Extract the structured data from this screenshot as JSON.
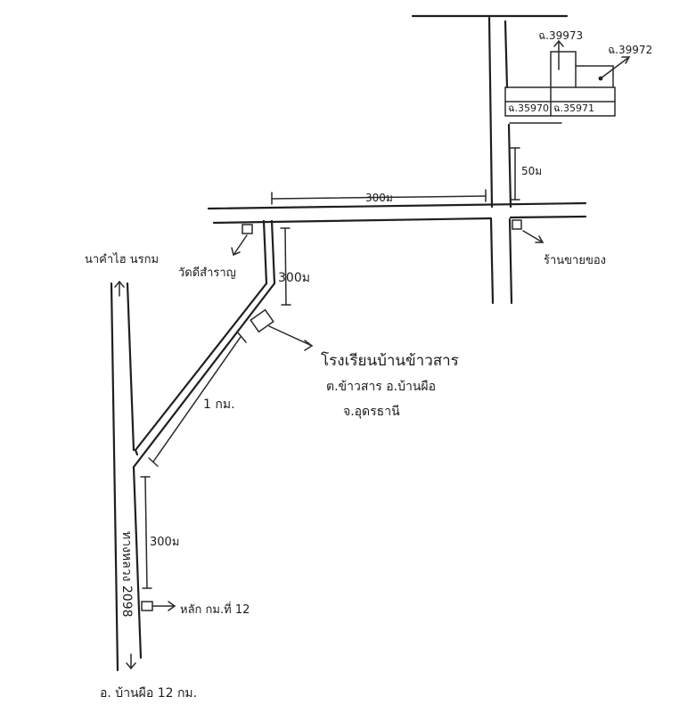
{
  "labels": {
    "top_right_parcel": "ฉ.39973",
    "right_parcel": "ฉ.39972",
    "parcel_a": "ฉ.35970",
    "parcel_b": "ฉ.35971",
    "dist_top_road": "300ม",
    "dist_vertical_road": "50ม",
    "shop": "ร้านขายของ",
    "temple": "วัดดีสำราญ",
    "to_north": "นาคำไฮ นรกม",
    "dist_diag_top": "300ม",
    "school_line1": "โรงเรียนบ้านข้าวสาร",
    "school_line2": "ต.ข้าวสาร อ.บ้านผือ",
    "school_line3": "จ.อุดรธานี",
    "dist_diag": "1 กม.",
    "highway": "ทางหลวง 2098",
    "dist_main_road": "300ม",
    "km_post": "หลัก กม.ที่ 12",
    "to_south": "อ. บ้านผือ 12 กม."
  }
}
